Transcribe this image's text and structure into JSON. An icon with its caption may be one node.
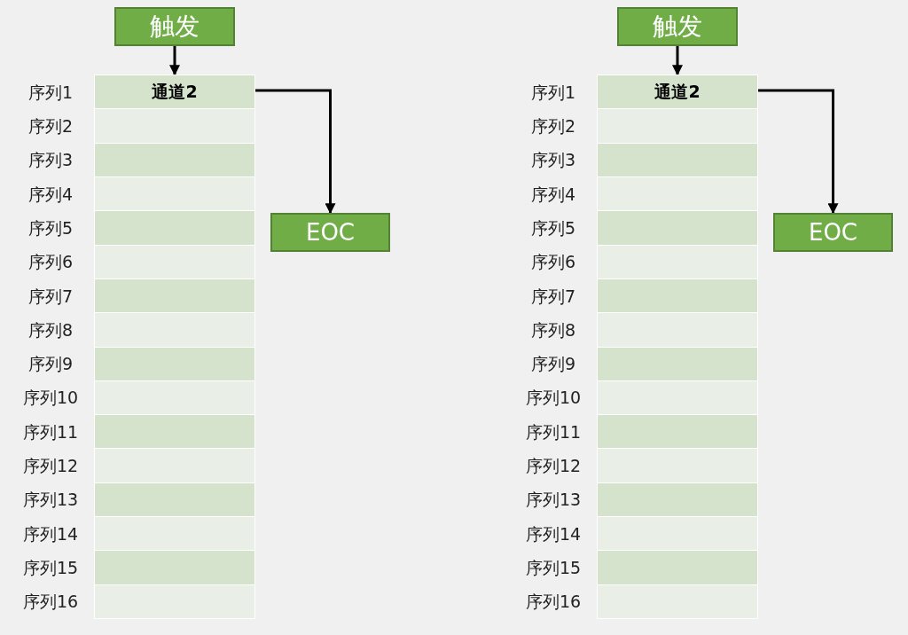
{
  "diagram": {
    "nodes": [
      {
        "text": [
          "触发"
        ]
      },
      {
        "text": [
          "**通道2**"
        ],
        "beside": [
          "序列1"
        ]
      },
      {
        "text": [],
        "shape": "box",
        "beside": [
          "序列2"
        ]
      },
      {
        "text": [],
        "shape": "box",
        "beside": [
          "序列3"
        ]
      },
      {
        "text": [],
        "shape": "box",
        "beside": [
          "序列4"
        ]
      },
      {
        "text": [],
        "shape": "box",
        "beside": [
          "序列5"
        ]
      },
      {
        "text": [],
        "shape": "box",
        "beside": [
          "序列6"
        ]
      },
      {
        "text": [],
        "shape": "box",
        "beside": [
          "序列7"
        ]
      },
      {
        "text": [],
        "shape": "box",
        "beside": [
          "序列8"
        ]
      },
      {
        "text": [],
        "shape": "box",
        "beside": [
          "序列9"
        ]
      },
      {
        "text": [],
        "shape": "box",
        "beside": [
          "序列10"
        ]
      },
      {
        "text": [],
        "shape": "box",
        "beside": [
          "序列11"
        ]
      },
      {
        "text": [],
        "shape": "box",
        "beside": [
          "序列12"
        ]
      },
      {
        "text": [],
        "shape": "box",
        "beside": [
          "序列13"
        ]
      },
      {
        "text": [],
        "shape": "box",
        "beside": [
          "序列14"
        ]
      },
      {
        "text": [],
        "shape": "box",
        "beside": [
          "序列15"
        ]
      },
      {
        "text": [],
        "shape": "box",
        "beside": [
          "序列16"
        ]
      },
      {
        "text": [
          "EOC"
        ]
      },
      {
        "text": [
          "触发"
        ]
      },
      {
        "text": [
          "**通道2**"
        ],
        "beside": [
          "序列1"
        ]
      },
      {
        "text": [],
        "shape": "box",
        "beside": [
          "序列2"
        ]
      },
      {
        "text": [],
        "shape": "box",
        "beside": [
          "序列3"
        ]
      },
      {
        "text": [],
        "shape": "box",
        "beside": [
          "序列4"
        ]
      },
      {
        "text": [],
        "shape": "box",
        "beside": [
          "序列5"
        ]
      },
      {
        "text": [],
        "shape": "box",
        "beside": [
          "序列6"
        ]
      },
      {
        "text": [],
        "shape": "box",
        "beside": [
          "序列7"
        ]
      },
      {
        "text": [],
        "shape": "box",
        "beside": [
          "序列8"
        ]
      },
      {
        "text": [],
        "shape": "box",
        "beside": [
          "序列9"
        ]
      },
      {
        "text": [],
        "shape": "box",
        "beside": [
          "序列10"
        ]
      },
      {
        "text": [],
        "shape": "box",
        "beside": [
          "序列11"
        ]
      },
      {
        "text": [],
        "shape": "box",
        "beside": [
          "序列12"
        ]
      },
      {
        "text": [],
        "shape": "box",
        "beside": [
          "序列13"
        ]
      },
      {
        "text": [],
        "shape": "box",
        "beside": [
          "序列14"
        ]
      },
      {
        "text": [],
        "shape": "box",
        "beside": [
          "序列15"
        ]
      },
      {
        "text": [],
        "shape": "box",
        "beside": [
          "序列16"
        ]
      },
      {
        "text": [
          "EOC"
        ]
      }
    ],
    "edges": [
      {
        "from": 0,
        "to": 1,
        "arrow": "to"
      },
      {
        "from": 1,
        "to": 17,
        "arrow": "to"
      },
      {
        "from": 18,
        "to": 19,
        "arrow": "to"
      },
      {
        "from": 19,
        "to": 35,
        "arrow": "to"
      }
    ]
  }
}
